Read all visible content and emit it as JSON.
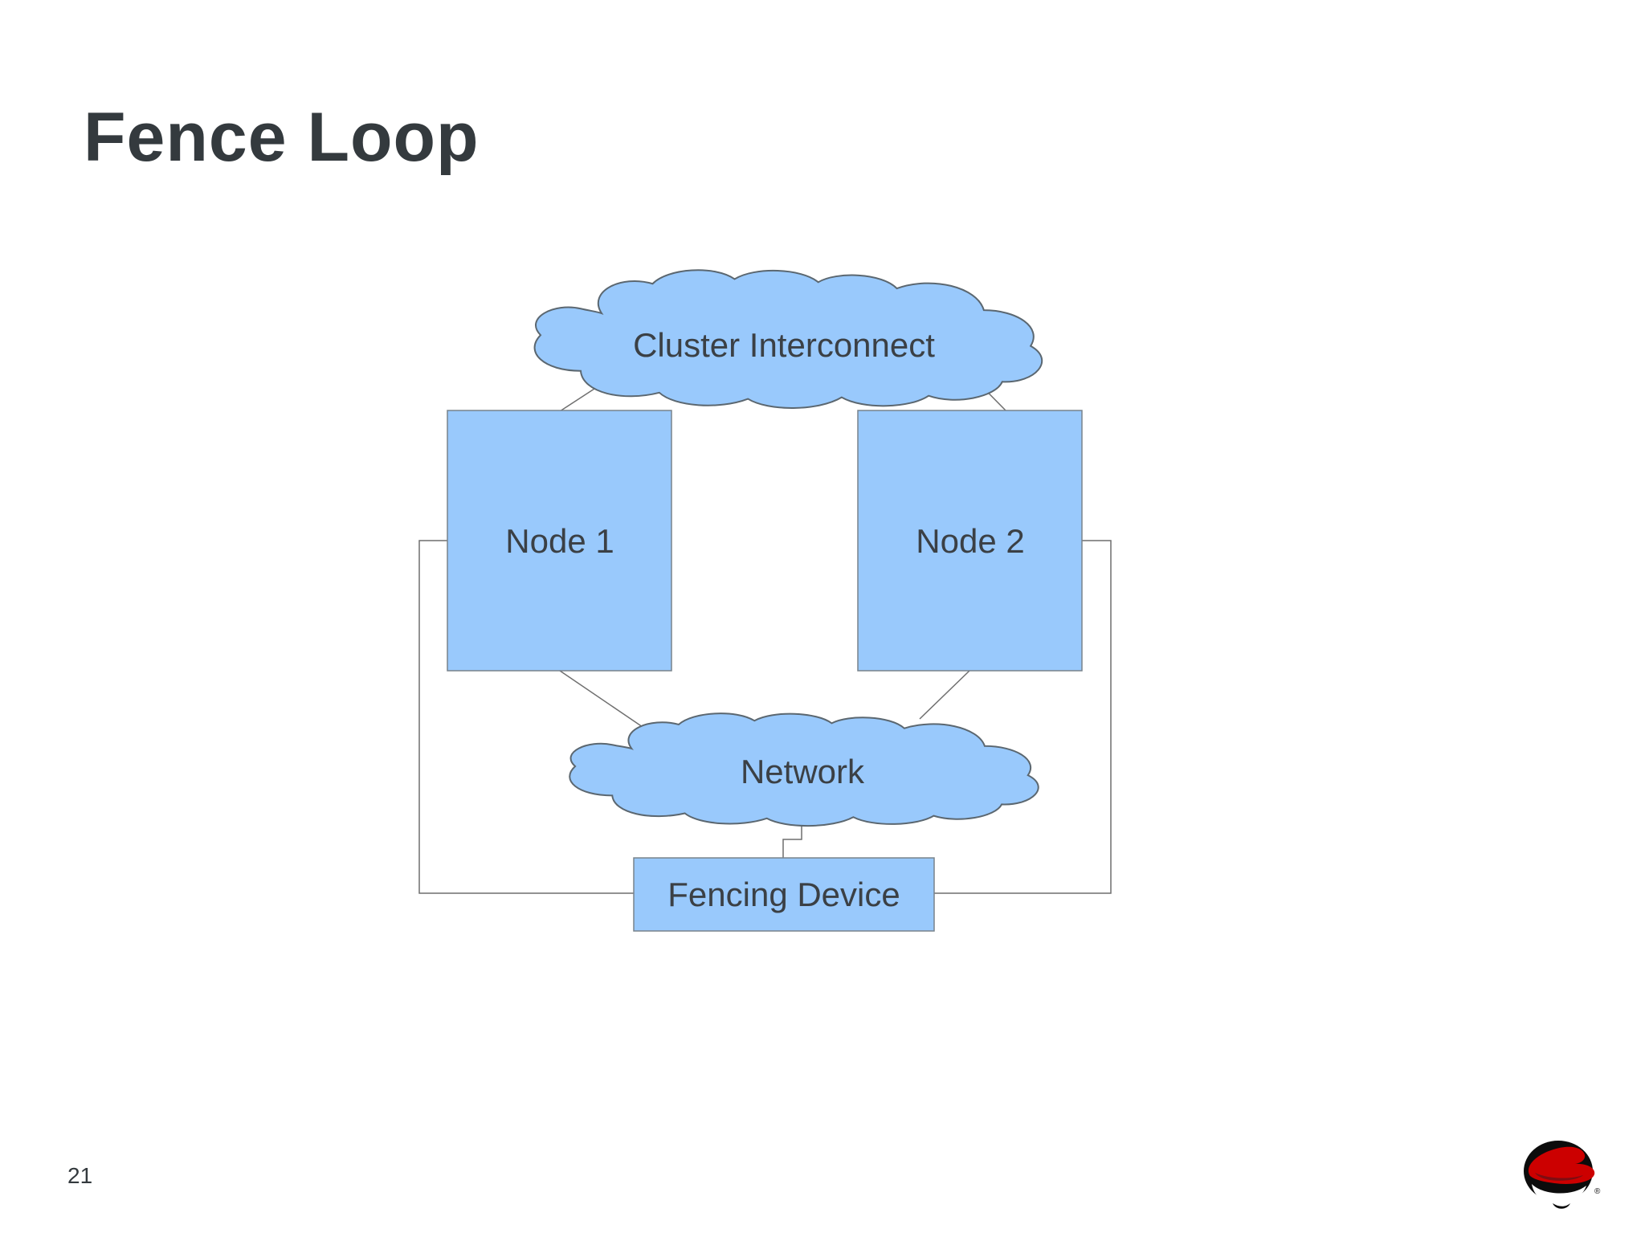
{
  "slide": {
    "title": "Fence Loop",
    "page_number": "21"
  },
  "diagram": {
    "cluster_cloud_label": "Cluster Interconnect",
    "network_cloud_label": "Network",
    "node1_label": "Node 1",
    "node2_label": "Node 2",
    "fencing_device_label": "Fencing Device"
  },
  "logo": {
    "icon": "redhat-shadowman-logo",
    "registered_mark": "®"
  },
  "colors": {
    "background": "#FFFFFF",
    "shape_fill": "#99C9FC",
    "cloud_border": "#5B6770",
    "box_border": "#79838C",
    "connector": "#6F6F6F",
    "title_text": "#343A3E",
    "label_text": "#3B4045",
    "logo_red": "#CC0000",
    "logo_black": "#0C0C0C"
  }
}
